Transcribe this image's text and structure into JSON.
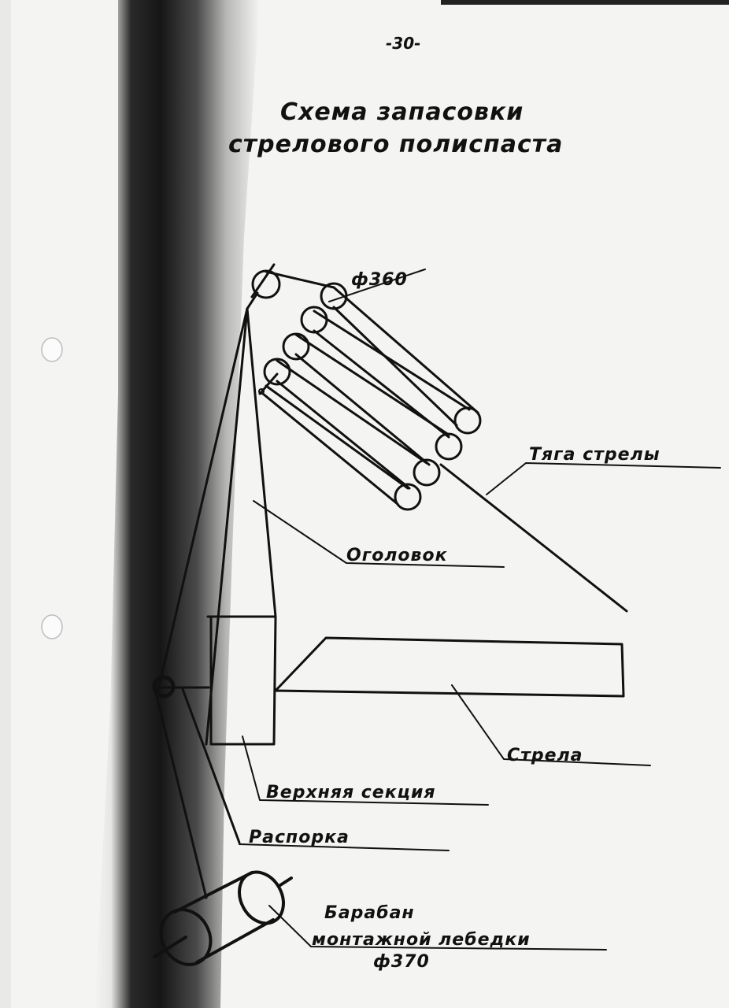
{
  "page_number": "-30-",
  "title_line1": "Схема запасовки",
  "title_line2": "стрелового полиспаста",
  "labels": {
    "sheave_diameter": "ф360",
    "boom_tie": "Тяга стрелы",
    "head": "Оголовок",
    "boom": "Стрела",
    "upper_section": "Верхняя секция",
    "strut": "Распорка",
    "drum_line1": "Барабан",
    "drum_line2": "монтажной лебедки",
    "drum_diameter": "ф370"
  },
  "colors": {
    "paper": "#f4f4f2",
    "ink": "#111111",
    "binding_shadow": "#1a1a1a"
  }
}
